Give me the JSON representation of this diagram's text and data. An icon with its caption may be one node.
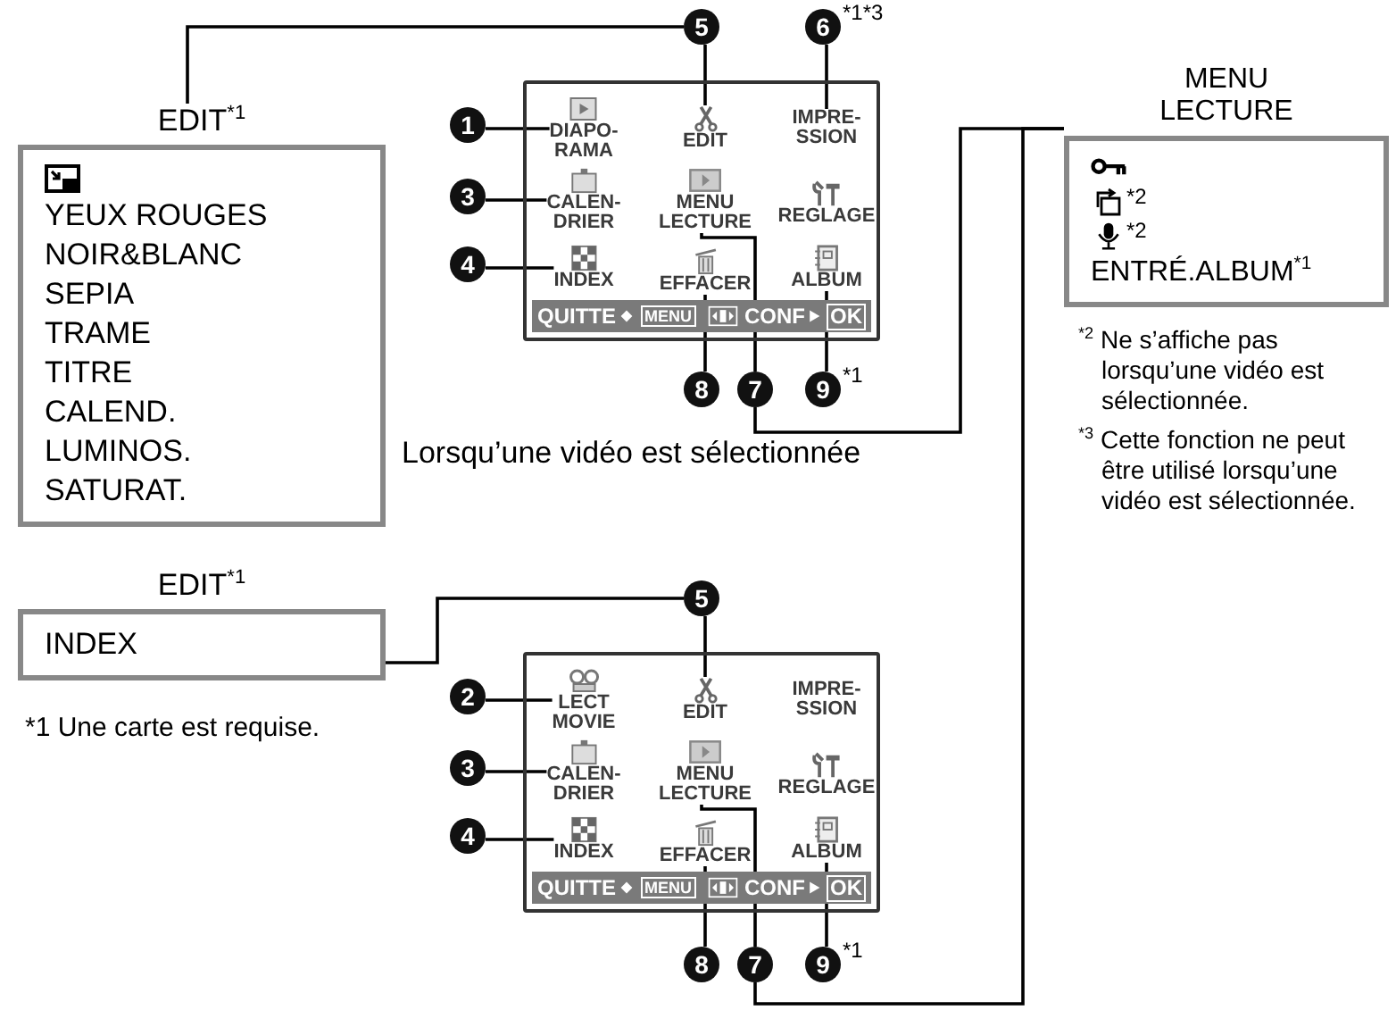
{
  "diagram": {
    "nodes": [
      {
        "text": [
          "EDIT$^{*1}$",
          "YEUX ROUGES",
          "NOIR&BLANC",
          "SEPIA",
          "TRAME",
          "TITRE",
          "CALEND.",
          "LUMINOS.",
          "SATURAT."
        ]
      },
      {
        "text": [
          "QUITTE",
          "MENU",
          "CONF",
          "OK"
        ]
      },
      {
        "text": [
          "DIAPO- RAMA"
        ],
        "in": 1
      },
      {
        "text": [
          "EDIT"
        ],
        "in": 1
      },
      {
        "text": [
          "IMPRE- SSION"
        ],
        "in": 1
      },
      {
        "text": [
          "CALEN- DRIER"
        ],
        "in": 1
      },
      {
        "text": [
          "MENU LECTURE"
        ],
        "in": 1
      },
      {
        "text": [
          "REGLAGE"
        ],
        "in": 1
      },
      {
        "text": [
          "INDEX"
        ],
        "in": 1
      },
      {
        "text": [
          "EFFACER"
        ],
        "in": 1
      },
      {
        "text": [
          "ALBUM"
        ],
        "in": 1
      },
      {
        "text": [
          "5"
        ]
      },
      {
        "text": [
          "6"
        ],
        "beside": [
          "*1*3"
        ]
      },
      {
        "text": [
          "1"
        ]
      },
      {
        "text": [
          "3"
        ]
      },
      {
        "text": [
          "4"
        ]
      },
      {
        "text": [
          "8"
        ]
      },
      {
        "text": [
          "7"
        ]
      },
      {
        "text": [
          "9"
        ],
        "beside": [
          "*1"
        ]
      },
      {
        "text": [
          "MENU LECTURE",
          "*2",
          "*2",
          "ENTRÉ.ALBUM$^{*1}$"
        ]
      },
      {
        "text": [
          "EDIT$^{*1}$",
          "INDEX"
        ]
      },
      {
        "text": [
          "QUITTE",
          "MENU",
          "CONF",
          "OK"
        ]
      },
      {
        "text": [
          "LECT MOVIE"
        ],
        "in": 21
      },
      {
        "text": [
          "EDIT"
        ],
        "in": 21
      },
      {
        "text": [
          "IMPRE- SSION"
        ],
        "in": 21
      },
      {
        "text": [
          "CALEN- DRIER"
        ],
        "in": 21
      },
      {
        "text": [
          "MENU LECTURE"
        ],
        "in": 21
      },
      {
        "text": [
          "REGLAGE"
        ],
        "in": 21
      },
      {
        "text": [
          "INDEX"
        ],
        "in": 21
      },
      {
        "text": [
          "EFFACER"
        ],
        "in": 21
      },
      {
        "text": [
          "ALBUM"
        ],
        "in": 21
      },
      {
        "text": [
          "5"
        ]
      },
      {
        "text": [
          "2"
        ]
      },
      {
        "text": [
          "3"
        ]
      },
      {
        "text": [
          "4"
        ]
      },
      {
        "text": [
          "8"
        ]
      },
      {
        "text": [
          "7"
        ]
      },
      {
        "text": [
          "9"
        ],
        "beside": [
          "*1"
        ]
      }
    ],
    "edges": [
      {
        "from": 11,
        "to": 0,
        "arrow": "none"
      },
      {
        "from": 11,
        "to": 3,
        "arrow": "none"
      },
      {
        "from": 12,
        "to": 4,
        "arrow": "none"
      },
      {
        "from": 13,
        "to": 2,
        "arrow": "none"
      },
      {
        "from": 14,
        "to": 5,
        "arrow": "none"
      },
      {
        "from": 15,
        "to": 8,
        "arrow": "none"
      },
      {
        "from": 16,
        "to": 9,
        "arrow": "none"
      },
      {
        "from": 17,
        "to": 6,
        "arrow": "none"
      },
      {
        "from": 18,
        "to": 10,
        "arrow": "none"
      },
      {
        "from": 17,
        "to": 19,
        "arrow": "none"
      },
      {
        "from": 31,
        "to": 20,
        "arrow": "none"
      },
      {
        "from": 31,
        "to": 23,
        "arrow": "none"
      },
      {
        "from": 32,
        "to": 22,
        "arrow": "none"
      },
      {
        "from": 33,
        "to": 25,
        "arrow": "none"
      },
      {
        "from": 34,
        "to": 28,
        "arrow": "none"
      },
      {
        "from": 35,
        "to": 29,
        "arrow": "none"
      },
      {
        "from": 36,
        "to": 26,
        "arrow": "none"
      },
      {
        "from": 37,
        "to": 30,
        "arrow": "none"
      },
      {
        "from": 36,
        "to": 19,
        "arrow": "none"
      }
    ],
    "labels": [
      "Lorsqu’une vidéo est sélectionnée",
      "*1 Une carte est requise.",
      "$^{*2}$ Ne s’affiche pas lorsqu’une vidéo est sélectionnée.",
      "$^{*3}$ Cette fonction ne peut être utilisé lorsqu’une vidéo est sélectionnée."
    ]
  }
}
